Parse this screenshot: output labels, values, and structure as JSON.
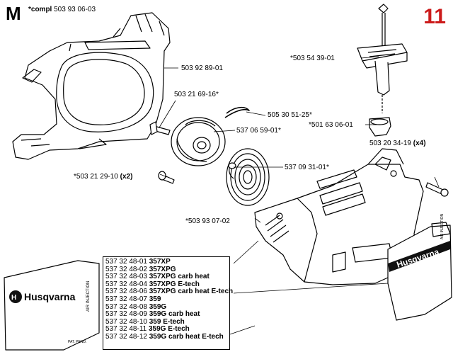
{
  "header": {
    "section_letter": "M",
    "compl_prefix": "*compl",
    "compl_number": "503 93 06-03",
    "page_number": "11"
  },
  "callouts": {
    "p1": "503 92 89-01",
    "p2": "503 21 69-16*",
    "p3": "505 30 51-25*",
    "p4": "537 06 59-01*",
    "p5_number": "*503 21 29-10",
    "p5_qty": "(x2)",
    "p6": "537 09 31-01*",
    "p7": "*503 54 39-01",
    "p8": "*501 63 06-01",
    "p9_number": "503 20 34-19",
    "p9_qty": "(x4)",
    "p10": "*503 93 07-02"
  },
  "decals": {
    "brand": "Husqvarna",
    "side_text": "AIR INJECTION",
    "small_text": "PAT. PEND."
  },
  "kits": [
    {
      "number": "537 32 48-01",
      "model": "357XP"
    },
    {
      "number": "537 32 48-02",
      "model": "357XPG"
    },
    {
      "number": "537 32 48-03",
      "model": "357XPG carb heat"
    },
    {
      "number": "537 32 48-04",
      "model": "357XPG E-tech"
    },
    {
      "number": "537 32 48-06",
      "model": "357XPG carb heat E-tech"
    },
    {
      "number": "537 32 48-07",
      "model": "359"
    },
    {
      "number": "537 32 48-08",
      "model": "359G"
    },
    {
      "number": "537 32 48-09",
      "model": "359G carb heat"
    },
    {
      "number": "537 32 48-10",
      "model": "359 E-tech"
    },
    {
      "number": "537 32 48-11",
      "model": "359G E-tech"
    },
    {
      "number": "537 32 48-12",
      "model": "359G carb heat E-tech"
    }
  ]
}
